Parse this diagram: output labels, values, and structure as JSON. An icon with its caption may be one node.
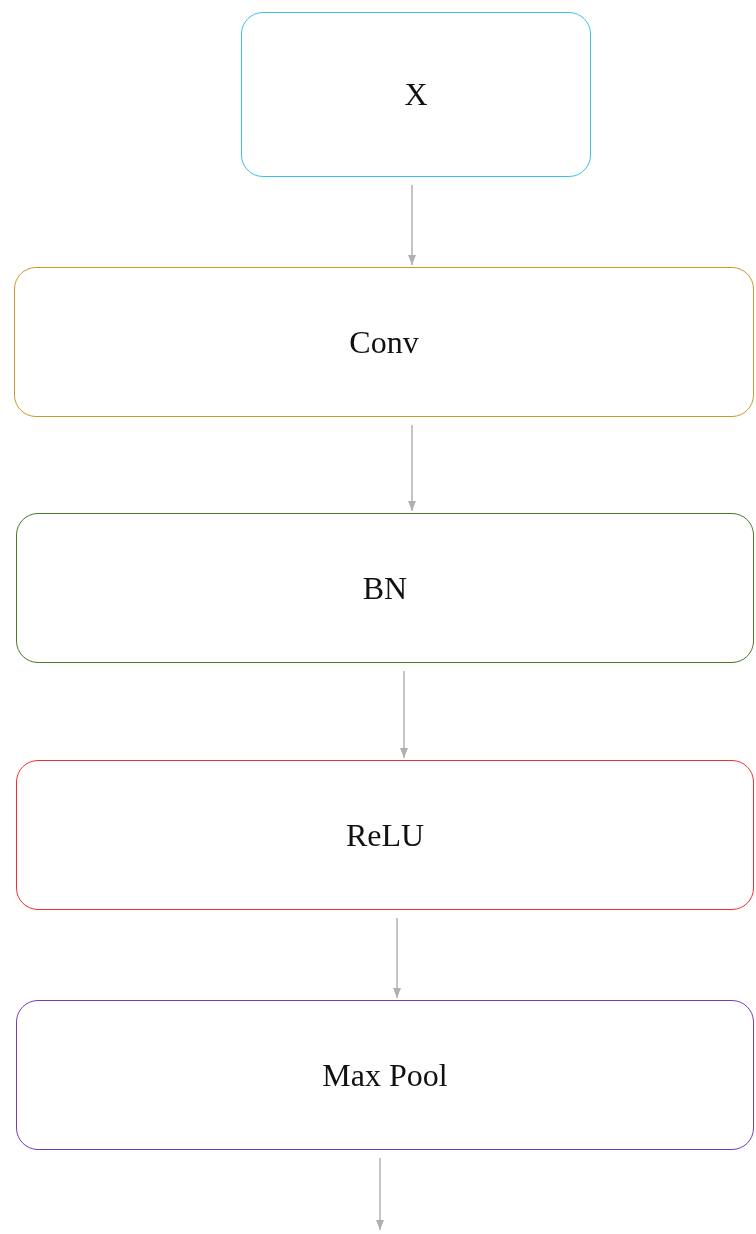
{
  "diagram": {
    "nodes": [
      {
        "text": [
          "X"
        ]
      },
      {
        "text": [
          "Conv"
        ]
      },
      {
        "text": [
          "BN"
        ]
      },
      {
        "text": [
          "ReLU"
        ]
      },
      {
        "text": [
          "Max Pool"
        ]
      }
    ],
    "edges": [
      {
        "from": 0,
        "to": 1,
        "arrow": "to"
      },
      {
        "from": 1,
        "to": 2,
        "arrow": "to"
      },
      {
        "from": 2,
        "to": 3,
        "arrow": "to"
      },
      {
        "from": 3,
        "to": 4,
        "arrow": "to"
      },
      {
        "from": 4,
        "to": null,
        "arrow": "to"
      }
    ]
  }
}
